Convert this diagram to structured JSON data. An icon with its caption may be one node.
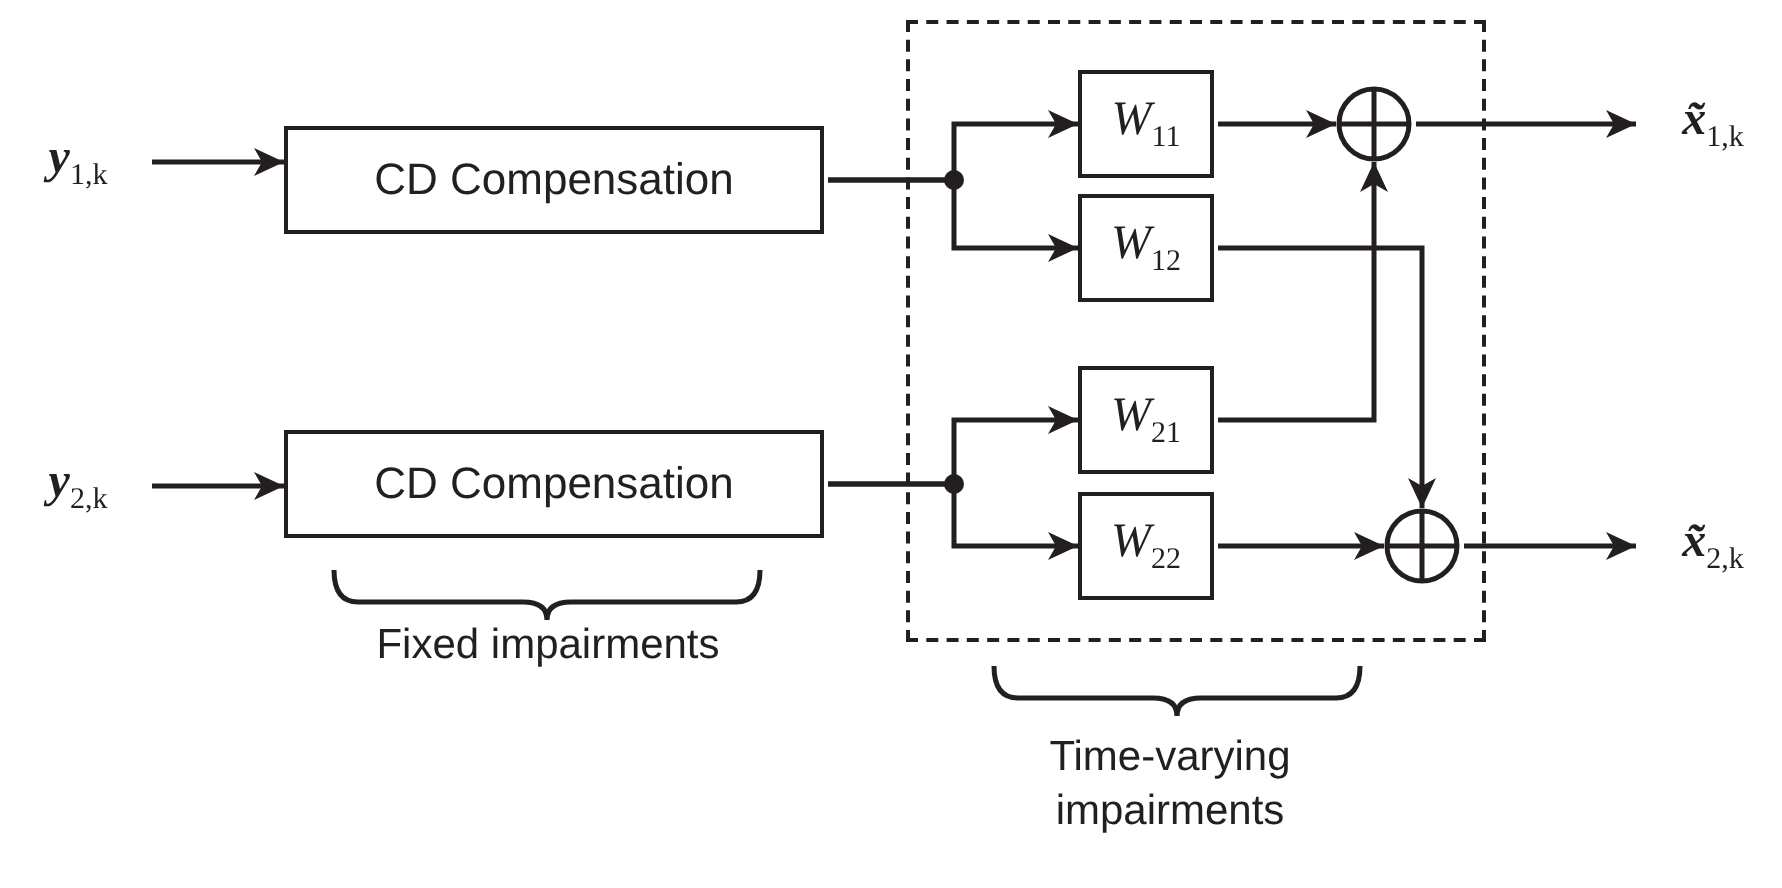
{
  "diagram": {
    "nodes": [
      {
        "text": [
          "**y**$_{1,k}$"
        ]
      },
      {
        "text": [
          "CD Compensation"
        ]
      },
      {
        "text": [
          "**y**$_{2,k}$"
        ]
      },
      {
        "text": [
          "CD Compensation"
        ]
      },
      {
        "text": [],
        "shape": "box"
      },
      {
        "text": [
          "W$_{11}$"
        ],
        "in": 4
      },
      {
        "text": [
          "W$_{12}$"
        ],
        "in": 4
      },
      {
        "text": [
          "W$_{21}$"
        ],
        "in": 4
      },
      {
        "text": [
          "W$_{22}$"
        ],
        "in": 4
      },
      {
        "text": [],
        "shape": "circle",
        "in": 4
      },
      {
        "text": [],
        "shape": "circle",
        "in": 4
      },
      {
        "text": [
          "**x̃**$_{1,k}$"
        ]
      },
      {
        "text": [
          "**x̃**$_{2,k}$"
        ]
      }
    ],
    "edges": [
      {
        "from": 0,
        "to": 1,
        "arrow": "to"
      },
      {
        "from": 2,
        "to": 3,
        "arrow": "to"
      },
      {
        "from": 1,
        "to": 5,
        "arrow": "to"
      },
      {
        "from": 1,
        "to": 6,
        "arrow": "to"
      },
      {
        "from": 3,
        "to": 7,
        "arrow": "to"
      },
      {
        "from": 3,
        "to": 8,
        "arrow": "to"
      },
      {
        "from": 5,
        "to": 9,
        "arrow": "to"
      },
      {
        "from": 6,
        "to": 10,
        "arrow": "to"
      },
      {
        "from": 7,
        "to": 9,
        "arrow": "to"
      },
      {
        "from": 8,
        "to": 10,
        "arrow": "to"
      },
      {
        "from": 9,
        "to": 11,
        "arrow": "to"
      },
      {
        "from": 10,
        "to": 12,
        "arrow": "to"
      }
    ],
    "labels": [
      "Fixed impairments",
      "Time-varying impairments"
    ]
  }
}
